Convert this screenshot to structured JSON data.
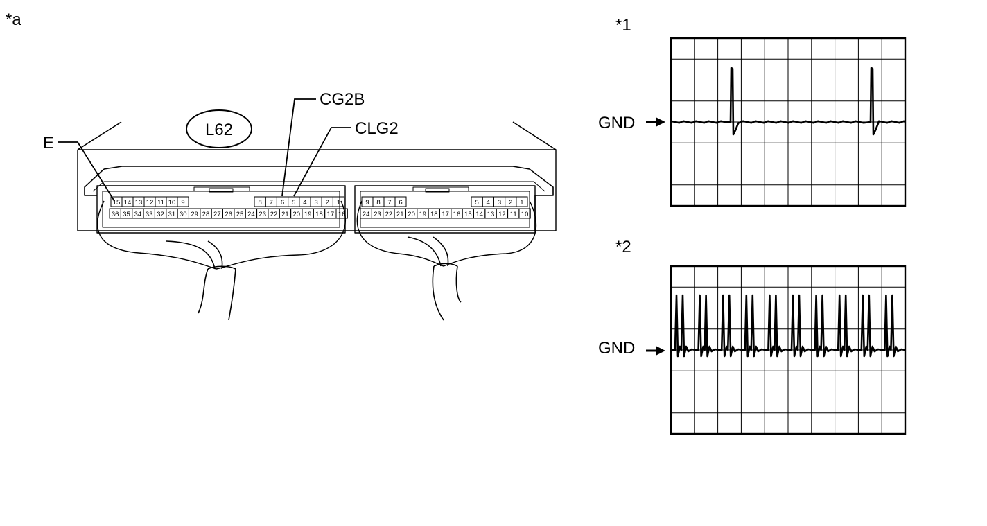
{
  "labels": {
    "figure_ref": "*a",
    "connector_id": "L62",
    "terminal_e": "E",
    "terminal_cg2b": "CG2B",
    "terminal_clg2": "CLG2"
  },
  "connector": {
    "left_block": {
      "top_row_left": [
        "15",
        "14",
        "13",
        "12",
        "11",
        "10",
        "9"
      ],
      "top_row_right": [
        "8",
        "7",
        "6",
        "5",
        "4",
        "3",
        "2",
        "1"
      ],
      "bottom_row": [
        "36",
        "35",
        "34",
        "33",
        "32",
        "31",
        "30",
        "29",
        "28",
        "27",
        "26",
        "25",
        "24",
        "23",
        "22",
        "21",
        "20",
        "19",
        "18",
        "17",
        "16"
      ]
    },
    "right_block": {
      "top_row_left": [
        "9",
        "8",
        "7",
        "6"
      ],
      "top_row_right": [
        "5",
        "4",
        "3",
        "2",
        "1"
      ],
      "bottom_row": [
        "24",
        "23",
        "22",
        "21",
        "20",
        "19",
        "18",
        "17",
        "16",
        "15",
        "14",
        "13",
        "12",
        "11",
        "10"
      ]
    }
  },
  "waveforms": [
    {
      "ref": "*1",
      "ground_label": "GND",
      "grid_columns": 10,
      "grid_rows": 8,
      "pulse_count": 2
    },
    {
      "ref": "*2",
      "ground_label": "GND",
      "grid_columns": 10,
      "grid_rows": 8,
      "pulse_pairs": 10
    }
  ]
}
